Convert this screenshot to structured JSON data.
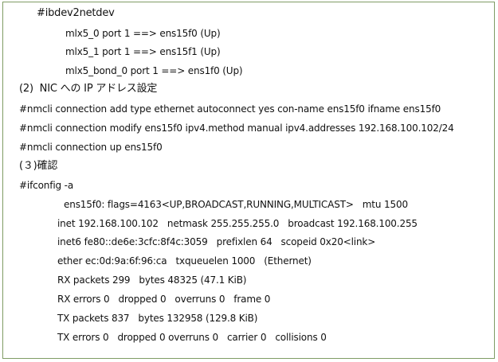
{
  "document": {
    "lines": [
      "#ibdev2netdev",
      "mlx5_0 port 1 ==> ens15f0 (Up)",
      "mlx5_1 port 1 ==> ens15f1 (Up)",
      "mlx5_bond_0 port 1 ==> ens1f0 (Up)",
      "(2)  NIC への IP アドレス設定",
      "#nmcli connection add type ethernet autoconnect yes con-name ens15f0 ifname ens15f0",
      "#nmcli connection modify ens15f0 ipv4.method manual ipv4.addresses 192.168.100.102/24",
      "#nmcli connection up ens15f0",
      "(３)確認",
      "#ifconfig -a",
      "ens15f0: flags=4163<UP,BROADCAST,RUNNING,MULTICAST>   mtu 1500",
      "inet 192.168.100.102   netmask 255.255.255.0   broadcast 192.168.100.255",
      "inet6 fe80::de6e:3cfc:8f4c:3059   prefixlen 64   scopeid 0x20<link>",
      "ether ec:0d:9a:6f:96:ca   txqueuelen 1000   (Ethernet)",
      "RX packets 299   bytes 48325 (47.1 KiB)",
      "RX errors 0   dropped 0   overruns 0   frame 0",
      "TX packets 837   bytes 132958 (129.8 KiB)",
      "TX errors 0   dropped 0 overruns 0   carrier 0   collisions 0"
    ]
  }
}
